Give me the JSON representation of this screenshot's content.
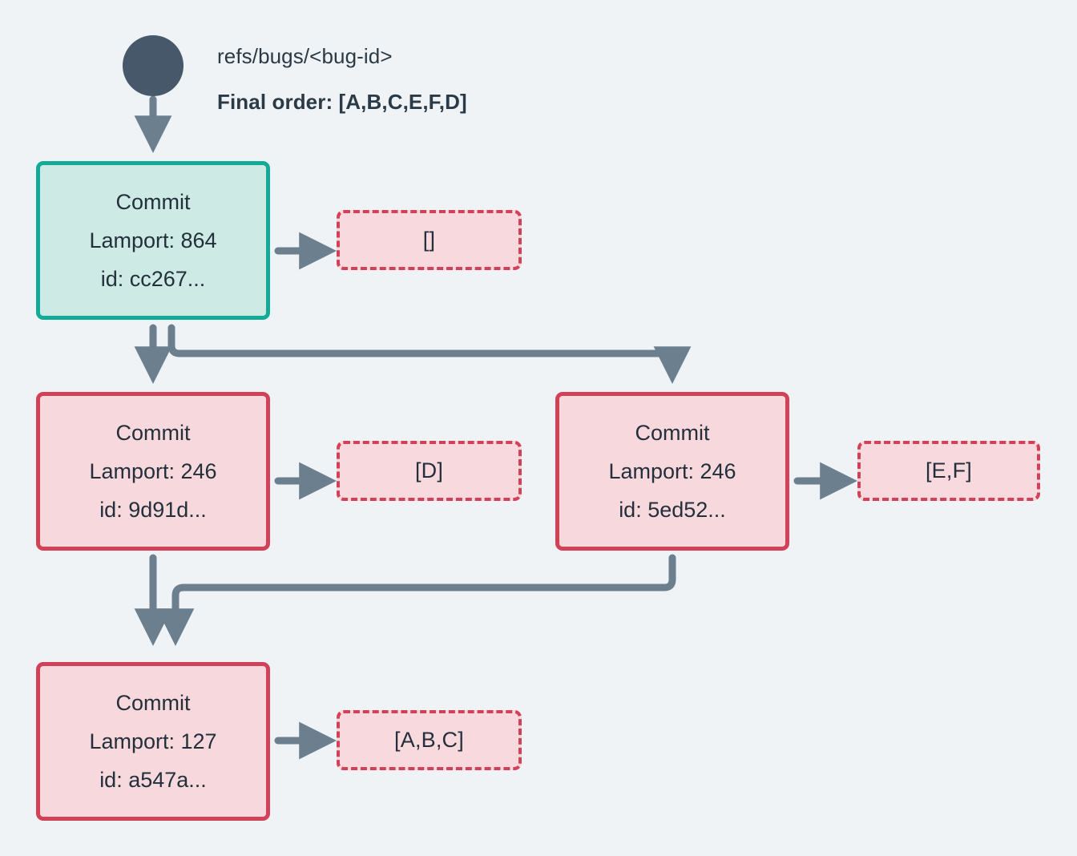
{
  "header": {
    "ref_label": "refs/bugs/<bug-id>",
    "final_order": "Final order: [A,B,C,E,F,D]"
  },
  "colors": {
    "background": "#eff3f5",
    "root_dot": "#47586a",
    "edge": "#6c7f8e",
    "current_border": "#13ab98",
    "current_fill": "#cdeae5",
    "past_border": "#d14258",
    "past_fill": "#f7d8dd",
    "text": "#23303c"
  },
  "nodes": [
    {
      "id": "cc267",
      "kind": "current",
      "title": "Commit",
      "lamport": "Lamport: 864",
      "hash": "id: cc267...",
      "ops": "[]"
    },
    {
      "id": "9d91d",
      "kind": "past",
      "title": "Commit",
      "lamport": "Lamport: 246",
      "hash": "id: 9d91d...",
      "ops": "[D]"
    },
    {
      "id": "5ed52",
      "kind": "past",
      "title": "Commit",
      "lamport": "Lamport: 246",
      "hash": "id: 5ed52...",
      "ops": "[E,F]"
    },
    {
      "id": "a547a",
      "kind": "past",
      "title": "Commit",
      "lamport": "Lamport: 127",
      "hash": "id: a547a...",
      "ops": "[A,B,C]"
    }
  ]
}
